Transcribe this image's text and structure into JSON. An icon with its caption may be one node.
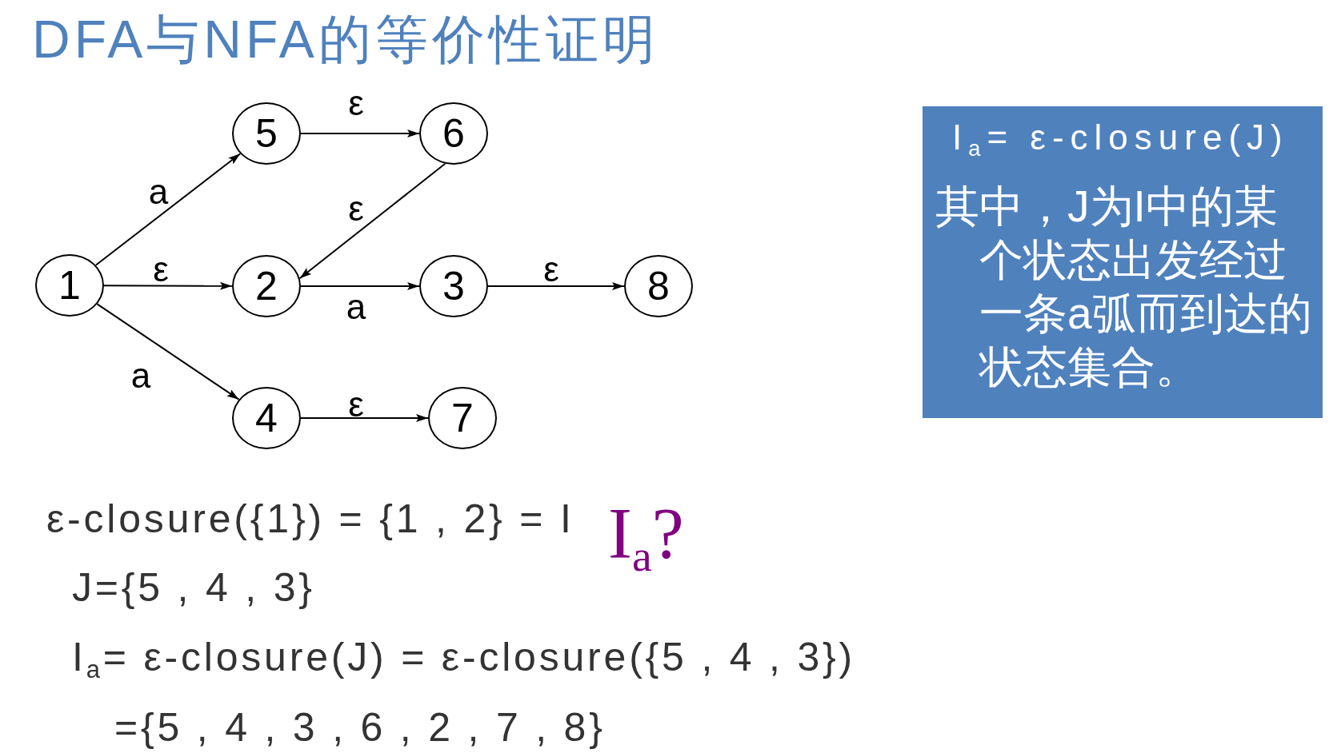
{
  "diagram": {
    "title": "DFA与NFA的等价性证明",
    "nodes": [
      {
        "text": [
          "5"
        ]
      },
      {
        "text": [
          "6"
        ]
      },
      {
        "text": [
          "1"
        ]
      },
      {
        "text": [
          "2"
        ]
      },
      {
        "text": [
          "3"
        ]
      },
      {
        "text": [
          "8"
        ]
      },
      {
        "text": [
          "4"
        ]
      },
      {
        "text": [
          "7"
        ]
      },
      {
        "text": [
          "I$_{a}$= ε-closure(J)",
          "其中，J为I中的某个状态出发经过一条a弧而到达的状态集合。"
        ]
      }
    ],
    "edges": [
      {
        "from": 2,
        "to": 0,
        "arrow": "to",
        "label": "a"
      },
      {
        "from": 0,
        "to": 1,
        "arrow": "to",
        "label": "ε"
      },
      {
        "from": 1,
        "to": 3,
        "arrow": "to",
        "label": "ε"
      },
      {
        "from": 2,
        "to": 3,
        "arrow": "to",
        "label": "ε"
      },
      {
        "from": 3,
        "to": 4,
        "arrow": "to",
        "label": "a"
      },
      {
        "from": 4,
        "to": 5,
        "arrow": "to",
        "label": "ε"
      },
      {
        "from": 2,
        "to": 6,
        "arrow": "to",
        "label": "a"
      },
      {
        "from": 6,
        "to": 7,
        "arrow": "to",
        "label": "ε"
      }
    ],
    "labels": [
      "ε-closure({1}) = {1 , 2} = I",
      "I$_{a}$?",
      "J={5 , 4 , 3}",
      "I$_{a}$= ε-closure(J) = ε-closure({5 , 4 , 3})",
      "={5 , 4 , 3 , 6 , 2 , 7 , 8}"
    ]
  }
}
